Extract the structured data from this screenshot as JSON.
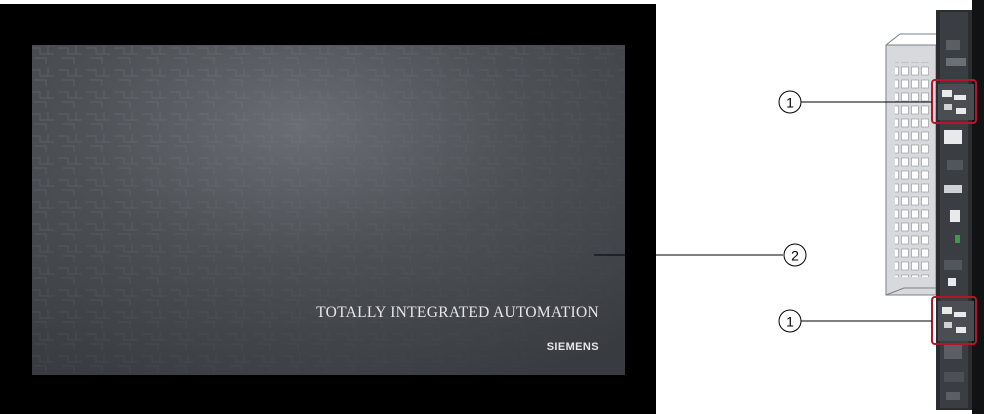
{
  "screen": {
    "headline": "TOTALLY INTEGRATED AUTOMATION",
    "brand": "SIEMENS"
  },
  "callouts": [
    {
      "label": "1",
      "target": "upper-connector"
    },
    {
      "label": "2",
      "target": "display-screen"
    },
    {
      "label": "1",
      "target": "lower-connector"
    }
  ],
  "colors": {
    "bezel": "#000000",
    "screen": "#45484d",
    "highlight_box": "#b5152b",
    "leader_line": "#000000"
  }
}
